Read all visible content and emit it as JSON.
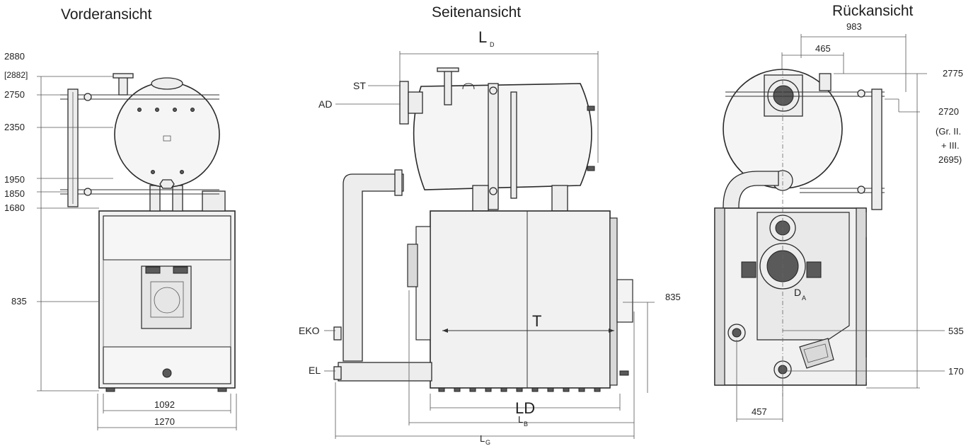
{
  "titles": {
    "front": "Vorderansicht",
    "side": "Seitenansicht",
    "rear": "Rückansicht"
  },
  "front": {
    "h2880": "2880",
    "h2882": "[2882]",
    "h2750": "2750",
    "h2350": "2350",
    "h1950": "1950",
    "h1850": "1850",
    "h1680": "1680",
    "h835": "835",
    "w1092": "1092",
    "w1270": "1270"
  },
  "side": {
    "ld_top_main": "L",
    "ld_top_sub": "D",
    "st": "ST",
    "ad": "AD",
    "eko": "EKO",
    "el": "EL",
    "t": "T",
    "h835": "835",
    "ld_bottom": "LD",
    "lb_main": "L",
    "lb_sub": "B",
    "lg_main": "L",
    "lg_sub": "G"
  },
  "rear": {
    "w983": "983",
    "w465": "465",
    "h2775": "2775",
    "h2720": "2720",
    "note_line1": "(Gr. II.",
    "note_line2": "+ III.",
    "note_line3": "2695)",
    "da_main": "D",
    "da_sub": "A",
    "h535": "535",
    "h170": "170",
    "w457": "457"
  }
}
